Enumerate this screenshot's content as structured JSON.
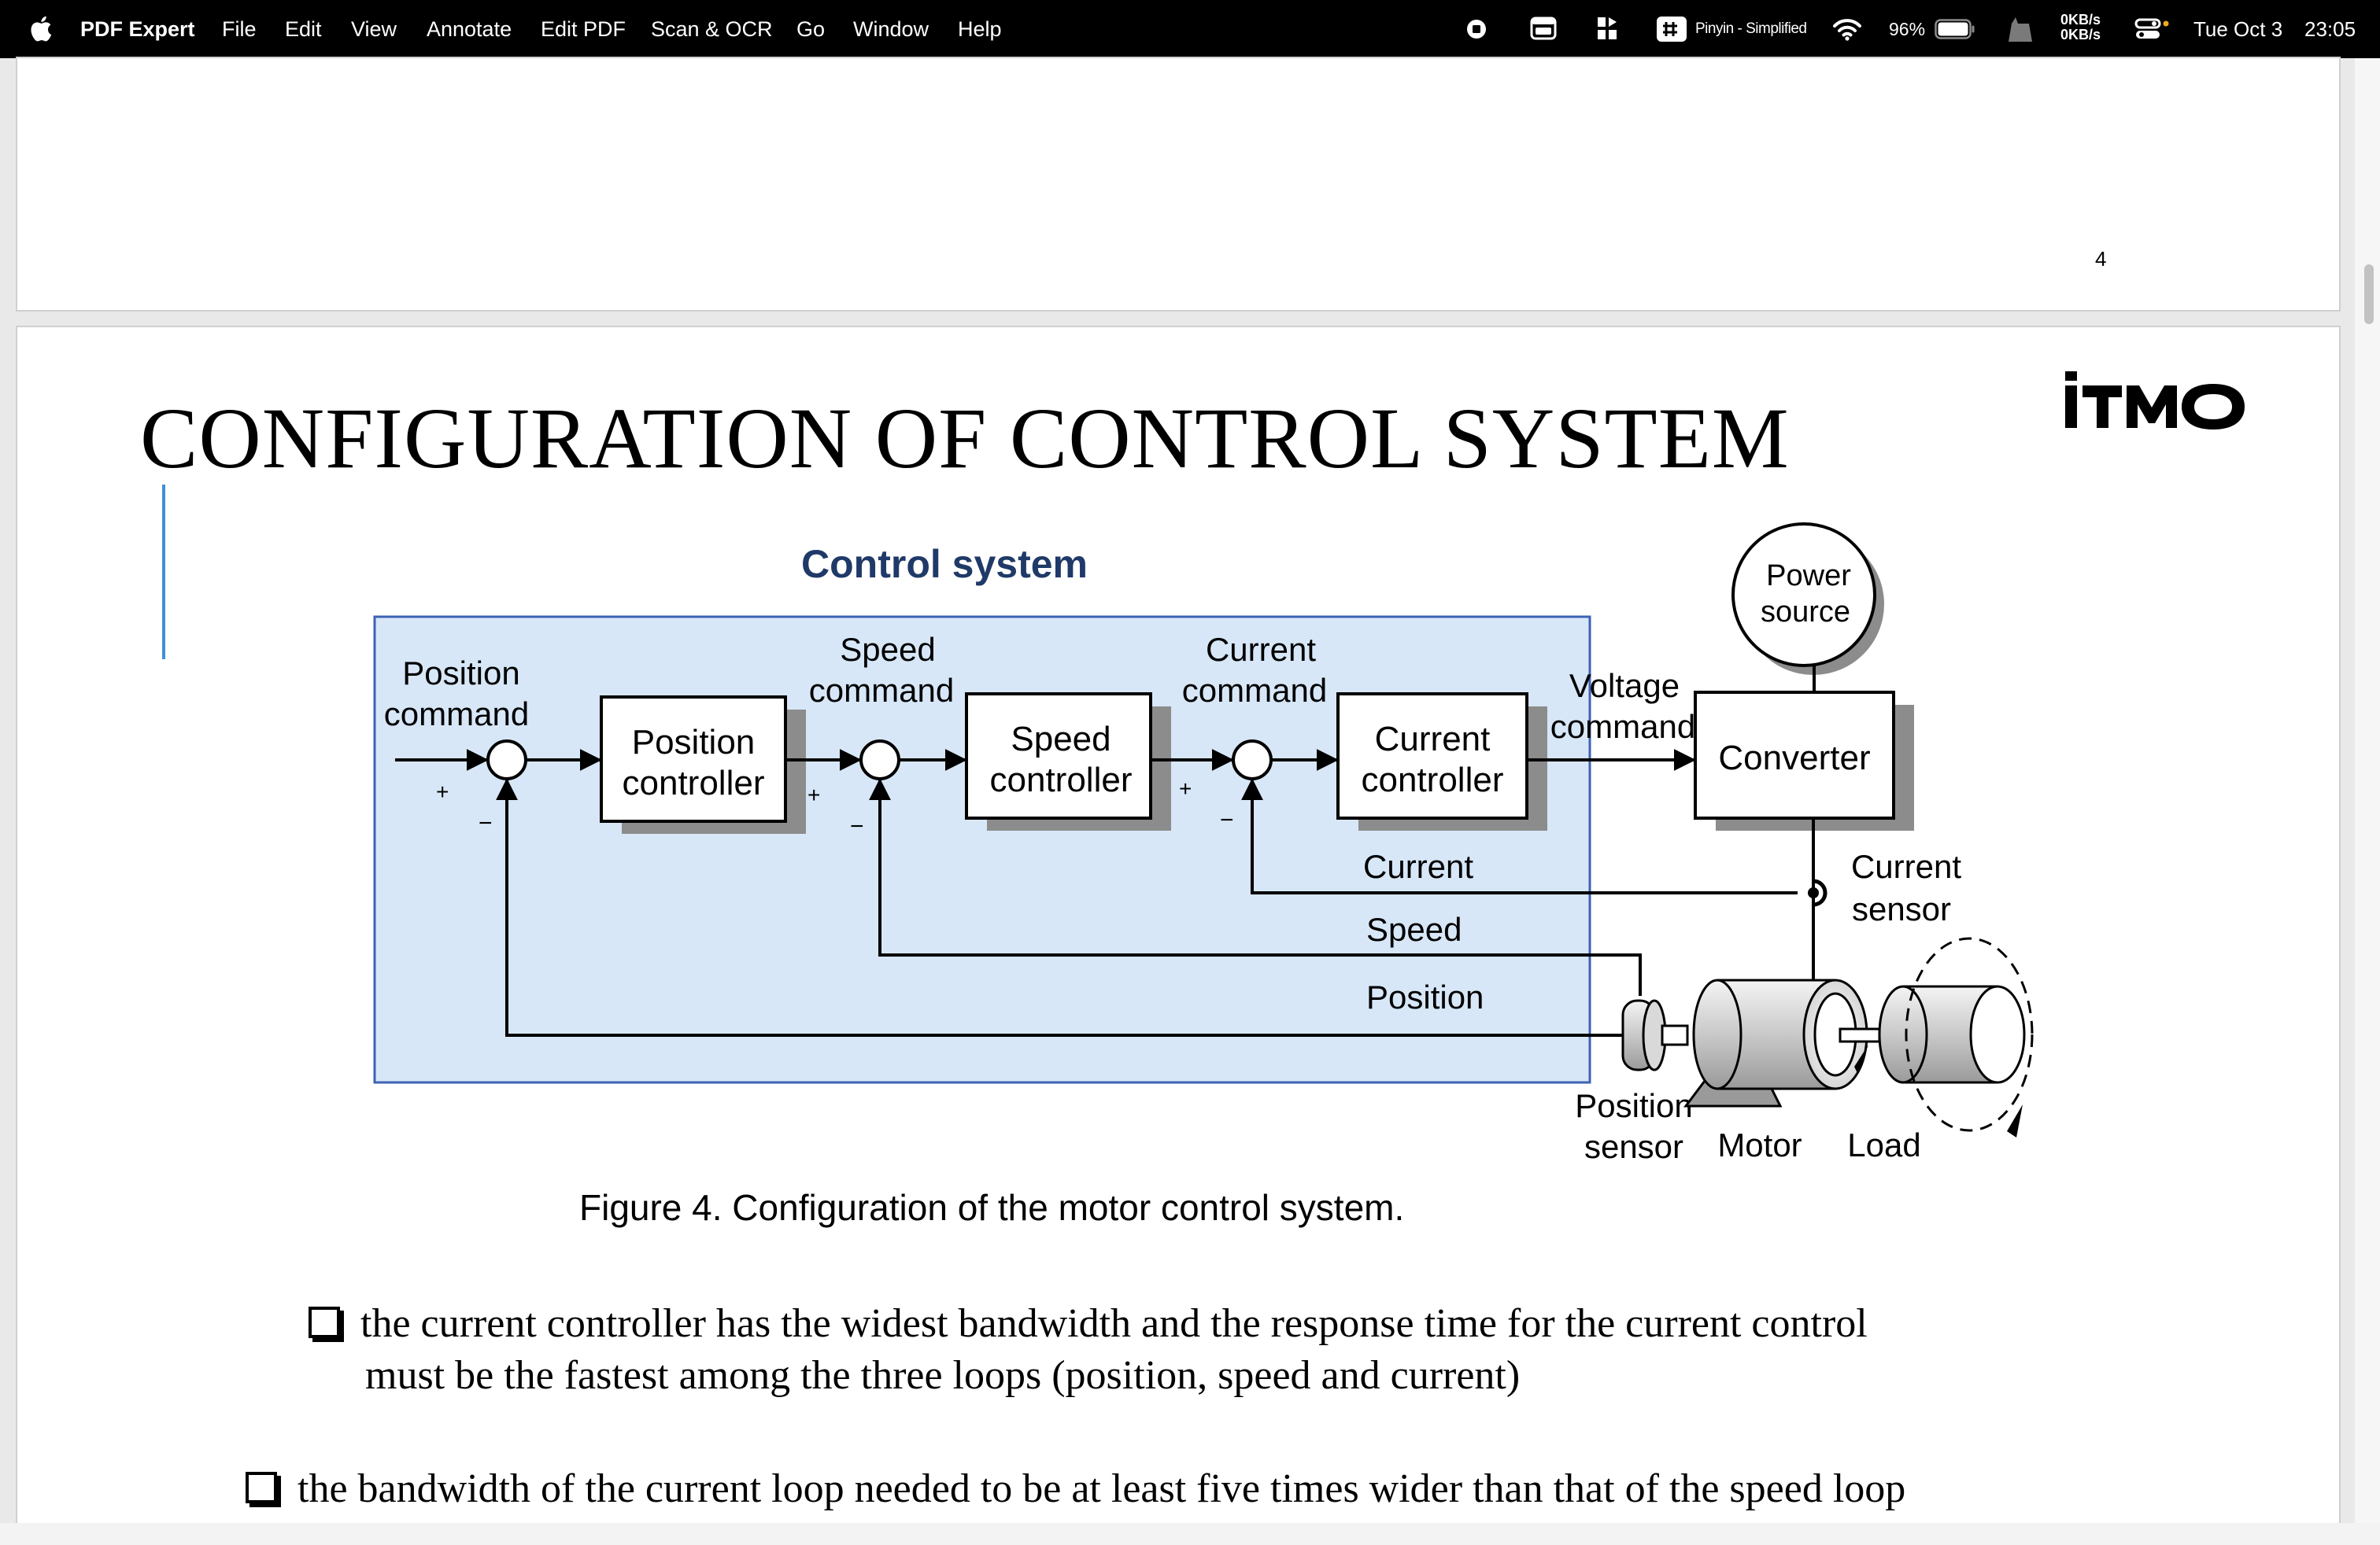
{
  "menubar": {
    "app_name": "PDF Expert",
    "menus": [
      "File",
      "Edit",
      "View",
      "Annotate",
      "Edit PDF",
      "Scan & OCR",
      "Go",
      "Window",
      "Help"
    ],
    "input_method": "Pinyin - Simplified",
    "battery": "96%",
    "net_up": "0KB/s",
    "net_down": "0KB/s",
    "date": "Tue Oct 3",
    "time": "23:05"
  },
  "previous_page": {
    "page_number": "4"
  },
  "slide": {
    "title": "CONFIGURATION OF CONTROL SYSTEM",
    "logo": "ITMO",
    "figure": {
      "system_label": "Control system",
      "position_command": [
        "Position",
        "command"
      ],
      "speed_command": [
        "Speed",
        "command"
      ],
      "current_command": [
        "Current",
        "command"
      ],
      "voltage_command": [
        "Voltage",
        "command"
      ],
      "position_controller": [
        "Position",
        "controller"
      ],
      "speed_controller": [
        "Speed",
        "controller"
      ],
      "current_controller": [
        "Current",
        "controller"
      ],
      "converter": "Converter",
      "power_source": [
        "Power",
        "source"
      ],
      "current_sensor": [
        "Current",
        "sensor"
      ],
      "position_sensor": [
        "Position",
        "sensor"
      ],
      "motor": "Motor",
      "load": "Load",
      "feedback_current": "Current",
      "feedback_speed": "Speed",
      "feedback_position": "Position",
      "plus": "+",
      "minus": "−"
    },
    "caption": "Figure 4. Configuration of the motor control system.",
    "bullet1_line1": "the current controller  has the widest bandwidth and the response time for the current control",
    "bullet1_line2": "must be the fastest among the three loops (position, speed and current)",
    "bullet2": "the bandwidth of the current loop needed to be at least five times wider than that of the speed loop"
  },
  "colors": {
    "menubar_bg": "#000000",
    "control_box_fill": "#d7e7f7",
    "control_box_stroke": "#3d62b5",
    "system_label": "#1f3a68",
    "accent_line": "#3f8fd8"
  }
}
